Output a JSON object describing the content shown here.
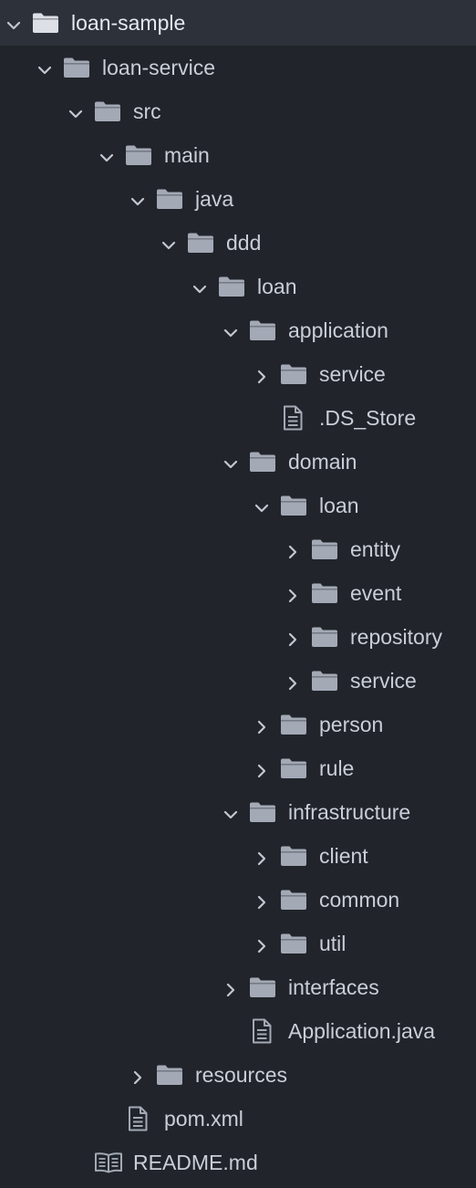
{
  "colors": {
    "background": "#21252b",
    "root_row_background": "#2c313a",
    "text": "#c9ced8",
    "folder": "#a3a9b5",
    "chevron": "#c3c7cf"
  },
  "tree": [
    {
      "label": "loan-sample",
      "depth": 0,
      "kind": "folder",
      "state": "expanded",
      "root": true
    },
    {
      "label": "loan-service",
      "depth": 1,
      "kind": "folder",
      "state": "expanded"
    },
    {
      "label": "src",
      "depth": 2,
      "kind": "folder",
      "state": "expanded"
    },
    {
      "label": "main",
      "depth": 3,
      "kind": "folder",
      "state": "expanded"
    },
    {
      "label": "java",
      "depth": 4,
      "kind": "folder",
      "state": "expanded"
    },
    {
      "label": "ddd",
      "depth": 5,
      "kind": "folder",
      "state": "expanded"
    },
    {
      "label": "loan",
      "depth": 6,
      "kind": "folder",
      "state": "expanded"
    },
    {
      "label": "application",
      "depth": 7,
      "kind": "folder",
      "state": "expanded"
    },
    {
      "label": "service",
      "depth": 8,
      "kind": "folder",
      "state": "collapsed"
    },
    {
      "label": ".DS_Store",
      "depth": 8,
      "kind": "file",
      "icon": "file-text-icon"
    },
    {
      "label": "domain",
      "depth": 7,
      "kind": "folder",
      "state": "expanded"
    },
    {
      "label": "loan",
      "depth": 8,
      "kind": "folder",
      "state": "expanded"
    },
    {
      "label": "entity",
      "depth": 9,
      "kind": "folder",
      "state": "collapsed"
    },
    {
      "label": "event",
      "depth": 9,
      "kind": "folder",
      "state": "collapsed"
    },
    {
      "label": "repository",
      "depth": 9,
      "kind": "folder",
      "state": "collapsed"
    },
    {
      "label": "service",
      "depth": 9,
      "kind": "folder",
      "state": "collapsed"
    },
    {
      "label": "person",
      "depth": 8,
      "kind": "folder",
      "state": "collapsed"
    },
    {
      "label": "rule",
      "depth": 8,
      "kind": "folder",
      "state": "collapsed"
    },
    {
      "label": "infrastructure",
      "depth": 7,
      "kind": "folder",
      "state": "expanded"
    },
    {
      "label": "client",
      "depth": 8,
      "kind": "folder",
      "state": "collapsed"
    },
    {
      "label": "common",
      "depth": 8,
      "kind": "folder",
      "state": "collapsed"
    },
    {
      "label": "util",
      "depth": 8,
      "kind": "folder",
      "state": "collapsed"
    },
    {
      "label": "interfaces",
      "depth": 7,
      "kind": "folder",
      "state": "collapsed"
    },
    {
      "label": "Application.java",
      "depth": 7,
      "kind": "file",
      "icon": "file-text-icon"
    },
    {
      "label": "resources",
      "depth": 4,
      "kind": "folder",
      "state": "collapsed"
    },
    {
      "label": "pom.xml",
      "depth": 3,
      "kind": "file",
      "icon": "file-text-icon"
    },
    {
      "label": "README.md",
      "depth": 2,
      "kind": "file",
      "icon": "book-icon"
    }
  ]
}
